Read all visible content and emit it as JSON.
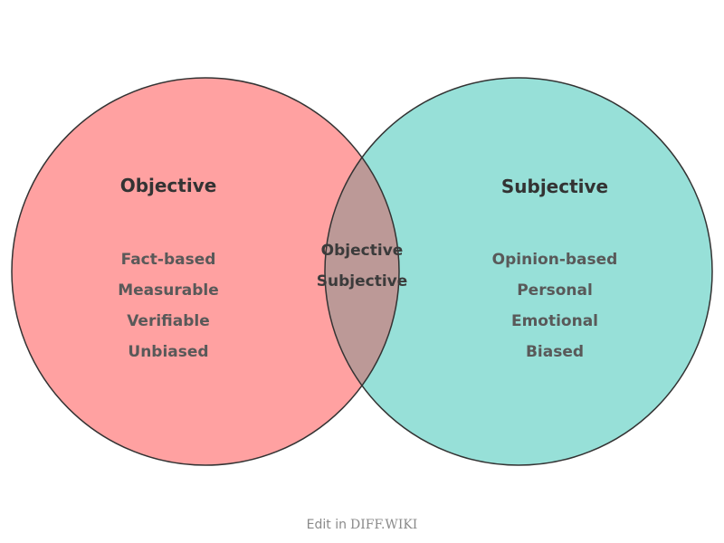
{
  "venn": {
    "left": {
      "title": "Objective",
      "items": [
        "Fact-based",
        "Measurable",
        "Verifiable",
        "Unbiased"
      ],
      "color": "#FFA1A1"
    },
    "right": {
      "title": "Subjective",
      "items": [
        "Opinion-based",
        "Personal",
        "Emotional",
        "Biased"
      ],
      "color": "#97E0D8"
    },
    "overlap": {
      "lines": [
        "Objective",
        "Subjective"
      ],
      "color": "#BC9997"
    }
  },
  "footer": {
    "prefix": "Edit in",
    "brand": "DIFF.WIKI"
  },
  "colors": {
    "outline": "#333333",
    "title_text": "#333333",
    "item_text": "#595959",
    "overlap_text": "#3b3b3b",
    "footer_text": "#8a8a8a"
  }
}
